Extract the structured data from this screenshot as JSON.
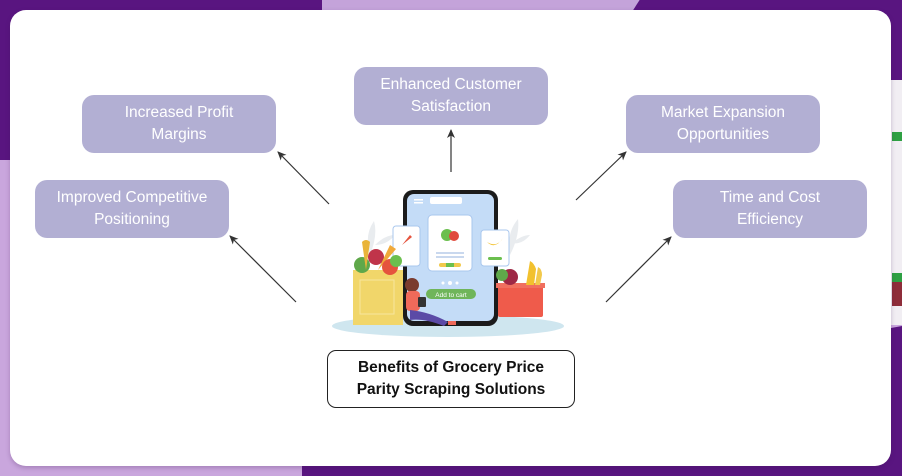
{
  "diagram": {
    "title_lines": [
      "Benefits of Grocery Price",
      "Parity Scraping Solutions"
    ],
    "center_illustration": {
      "description": "mobile-grocery-shopping-illustration",
      "button_label": "Add to cart"
    },
    "benefits": [
      {
        "id": "profit",
        "lines": [
          "Increased Profit",
          "Margins"
        ]
      },
      {
        "id": "competitive",
        "lines": [
          "Improved Competitive",
          "Positioning"
        ]
      },
      {
        "id": "customer",
        "lines": [
          "Enhanced Customer",
          "Satisfaction"
        ]
      },
      {
        "id": "market",
        "lines": [
          "Market Expansion",
          "Opportunities"
        ]
      },
      {
        "id": "time",
        "lines": [
          "Time and Cost",
          "Efficiency"
        ]
      }
    ]
  },
  "colors": {
    "box_fill": "#b2afd3",
    "box_text": "#ffffff",
    "purple_dark": "#591580",
    "purple_light": "#c9a6dd",
    "arrow": "#333333"
  }
}
